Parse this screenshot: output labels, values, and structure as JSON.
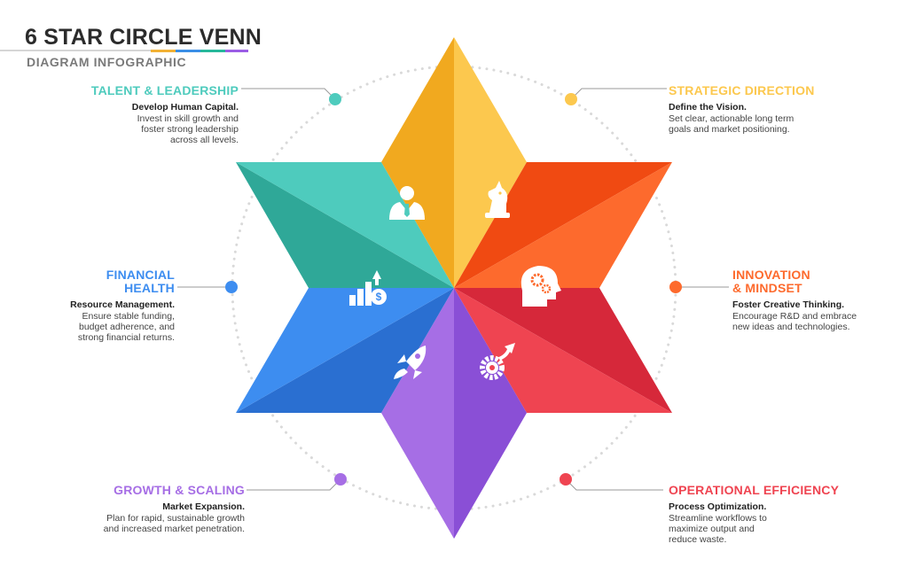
{
  "header": {
    "title": "6 STAR CIRCLE VENN",
    "subtitle": "DIAGRAM INFOGRAPHIC",
    "accent_colors": [
      "#f2b134",
      "#3a8ee6",
      "#26b89a",
      "#9b5de5"
    ]
  },
  "segments": [
    {
      "id": "talent",
      "title": "TALENT & LEADERSHIP",
      "subtitle": "Develop Human Capital.",
      "description": [
        "Invest in skill growth and",
        "foster strong leadership",
        "across all levels."
      ],
      "color": "#4ecbbd",
      "dark": "#2fa898",
      "icon": "user-icon"
    },
    {
      "id": "strategic",
      "title": "STRATEGIC DIRECTION",
      "subtitle": "Define the Vision.",
      "description": [
        "Set clear, actionable long term",
        "goals and market positioning."
      ],
      "color": "#fcc84e",
      "dark": "#f1a91f",
      "icon": "chess-knight-icon"
    },
    {
      "id": "financial",
      "title": [
        "FINANCIAL",
        "HEALTH"
      ],
      "subtitle": "Resource Management.",
      "description": [
        "Ensure stable funding,",
        "budget adherence, and",
        "strong financial returns."
      ],
      "color": "#3d8df0",
      "dark": "#2a6fd1",
      "icon": "money-growth-icon"
    },
    {
      "id": "innovation",
      "title": [
        "INNOVATION",
        "& MINDSET"
      ],
      "subtitle": "Foster Creative Thinking.",
      "description": [
        "Encourage R&D and embrace",
        "new ideas and technologies."
      ],
      "color": "#fd6a2d",
      "dark": "#f04a12",
      "icon": "brain-gear-icon"
    },
    {
      "id": "growth",
      "title": "GROWTH & SCALING",
      "subtitle": "Market Expansion.",
      "description": [
        "Plan for rapid, sustainable growth",
        "and increased market penetration."
      ],
      "color": "#a66ee5",
      "dark": "#8a4fd6",
      "icon": "rocket-icon"
    },
    {
      "id": "operational",
      "title": "OPERATIONAL EFFICIENCY",
      "subtitle": "Process Optimization.",
      "description": [
        "Streamline workflows to",
        "maximize output and",
        "reduce waste."
      ],
      "color": "#ef4451",
      "dark": "#d6283a",
      "icon": "gear-arrow-icon"
    }
  ],
  "ring_color": "#d9d9d9"
}
